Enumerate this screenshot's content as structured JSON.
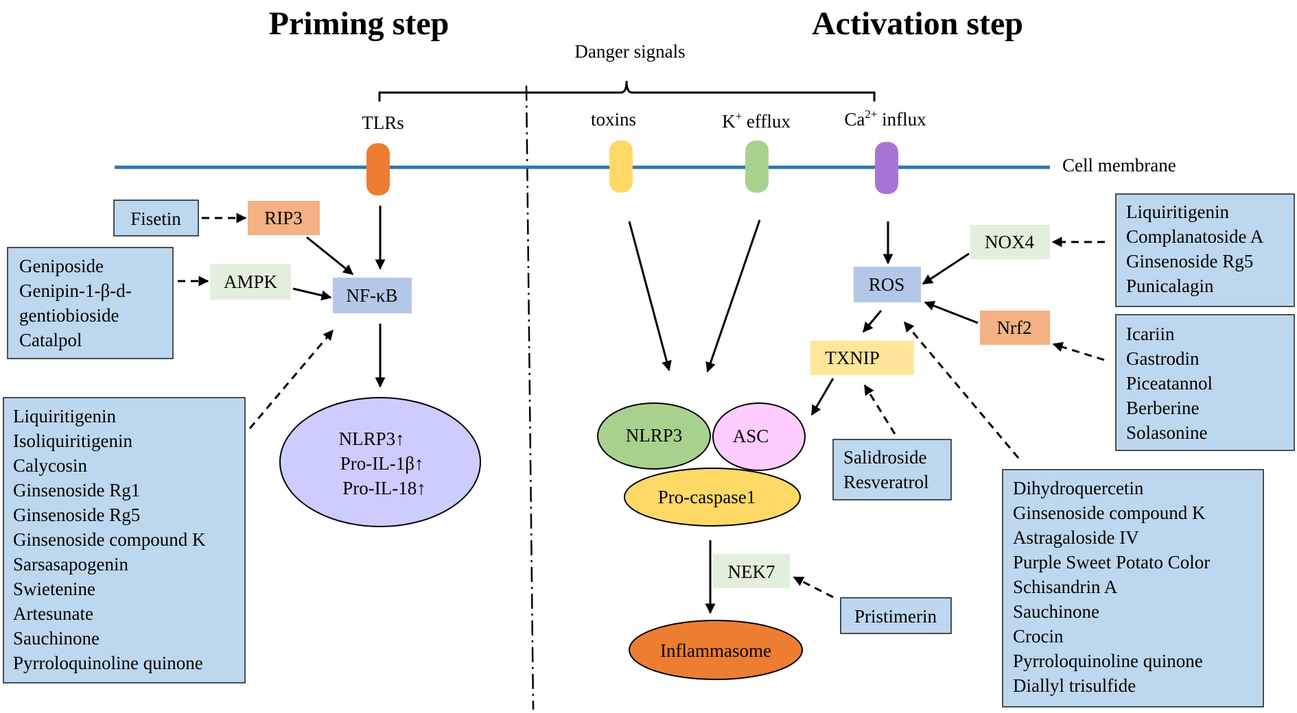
{
  "headings": {
    "priming": "Priming step",
    "activation": "Activation step"
  },
  "labels": {
    "danger_signals": "Danger signals",
    "tlrs": "TLRs",
    "toxins": "toxins",
    "k_efflux_k": "K",
    "k_efflux_sup": "+",
    "k_efflux_rest": " efflux",
    "ca_influx_ca": "Ca",
    "ca_influx_sup": "2+",
    "ca_influx_rest": " influx",
    "cell_membrane": "Cell membrane"
  },
  "nodes": {
    "rip3": "RIP3",
    "ampk": "AMPK",
    "nfkb": "NF-κB",
    "nlrp3_products": [
      "NLRP3↑",
      "Pro-IL-1β↑",
      "Pro-IL-18↑"
    ],
    "nox4": "NOX4",
    "ros": "ROS",
    "nrf2": "Nrf2",
    "txnip": "TXNIP",
    "nlrp3": "NLRP3",
    "asc": "ASC",
    "procaspase1": "Pro-caspase1",
    "nek7": "NEK7",
    "inflammasome": "Inflammasome"
  },
  "compound_boxes": {
    "fisetin": [
      "Fisetin"
    ],
    "ampk_group": [
      "Geniposide",
      "Genipin-1-β-d-",
      "gentiobioside",
      "Catalpol"
    ],
    "nfkb_group": [
      "Liquiritigenin",
      "Isoliquiritigenin",
      "Calycosin",
      "Ginsenoside Rg1",
      "Ginsenoside Rg5",
      "Ginsenoside compound K",
      "Sarsasapogenin",
      "Swietenine",
      "Artesunate",
      "Sauchinone",
      "Pyrroloquinoline quinone"
    ],
    "nox4_group": [
      "Liquiritigenin",
      "Complanatoside A",
      "Ginsenoside Rg5",
      "Punicalagin"
    ],
    "nrf2_group": [
      "Icariin",
      "Gastrodin",
      "Piceatannol",
      "Berberine",
      "Solasonine"
    ],
    "txnip_group": [
      "Salidroside",
      "Resveratrol"
    ],
    "ros_group": [
      "Dihydroquercetin",
      "Ginsenoside compound K",
      "Astragaloside IV",
      "Purple Sweet Potato Color",
      "Schisandrin A",
      "Sauchinone",
      "Crocin",
      "Pyrroloquinoline quinone",
      "Diallyl trisulfide"
    ],
    "nek7_group": [
      "Pristimerin"
    ]
  },
  "colors": {
    "compound_box": "#bdd7ee",
    "tlr": "#ed7d31",
    "toxins": "#ffd966",
    "k_channel": "#a9d18e",
    "ca_channel": "#a875d6",
    "membrane": "#2e75b6",
    "rip3": "#f4b183",
    "ampk": "#e2efda",
    "nfkb": "#b4c7e7",
    "nlrp3_products": "#ccccff",
    "nox4": "#e2efda",
    "ros": "#b4c7e7",
    "nrf2": "#f4b183",
    "txnip": "#ffe699",
    "nlrp3": "#a9d18e",
    "asc": "#ffccff",
    "procaspase1": "#ffd966",
    "nek7": "#e2efda",
    "inflammasome": "#ed7d31"
  }
}
